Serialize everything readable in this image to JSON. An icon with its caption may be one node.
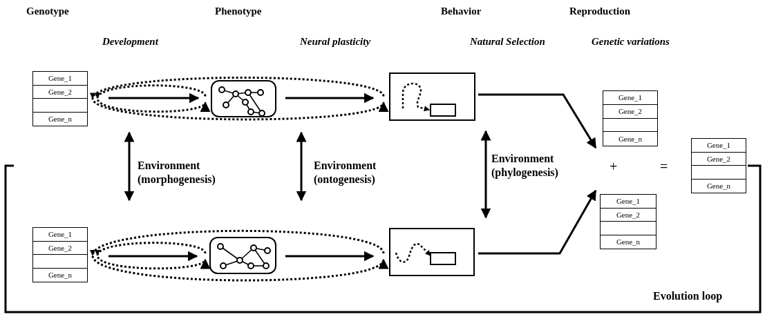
{
  "diagram": {
    "nodes": [
      {
        "text": [
          "Gene_1",
          "Gene_2",
          "Gene_n"
        ]
      },
      {
        "text": [],
        "shape": "picture"
      },
      {
        "text": [],
        "shape": "picture"
      },
      {
        "text": [
          "Gene_1",
          "Gene_2",
          "Gene_n"
        ]
      },
      {
        "text": [],
        "shape": "picture"
      },
      {
        "text": [],
        "shape": "picture"
      },
      {
        "text": [
          "Gene_1",
          "Gene_2",
          "Gene_n"
        ]
      },
      {
        "text": [
          "Gene_1",
          "Gene_2",
          "Gene_n"
        ]
      },
      {
        "text": [
          "Gene_1",
          "Gene_2",
          "Gene_n"
        ]
      }
    ],
    "edges": [
      {
        "from": 0,
        "to": 1,
        "arrow": "to"
      },
      {
        "from": 1,
        "to": 2,
        "arrow": "to"
      },
      {
        "from": 3,
        "to": 4,
        "arrow": "to"
      },
      {
        "from": 4,
        "to": 5,
        "arrow": "to"
      },
      {
        "from": 2,
        "to": 6,
        "arrow": "to"
      },
      {
        "from": 5,
        "to": 7,
        "arrow": "to"
      },
      {
        "from": 8,
        "to": null,
        "arrow": "none"
      },
      {
        "from": 1,
        "to": 1,
        "arrow": "to",
        "style": "dashed"
      },
      {
        "from": 2,
        "to": 2,
        "arrow": "to",
        "style": "dashed"
      },
      {
        "from": 4,
        "to": 4,
        "arrow": "to",
        "style": "dashed"
      },
      {
        "from": 5,
        "to": 5,
        "arrow": "to",
        "style": "dashed"
      },
      {
        "from": 2,
        "to": 5,
        "arrow": "both"
      }
    ],
    "labels": [
      "Genotype",
      "Phenotype",
      "Behavior",
      "Reproduction",
      "Development",
      "Neural plasticity",
      "Natural Selection",
      "Genetic variations",
      "Environment (morphogenesis)",
      "Environment (ontogenesis)",
      "Environment (phylogenesis)",
      "+",
      "=",
      "Evolution loop"
    ]
  }
}
